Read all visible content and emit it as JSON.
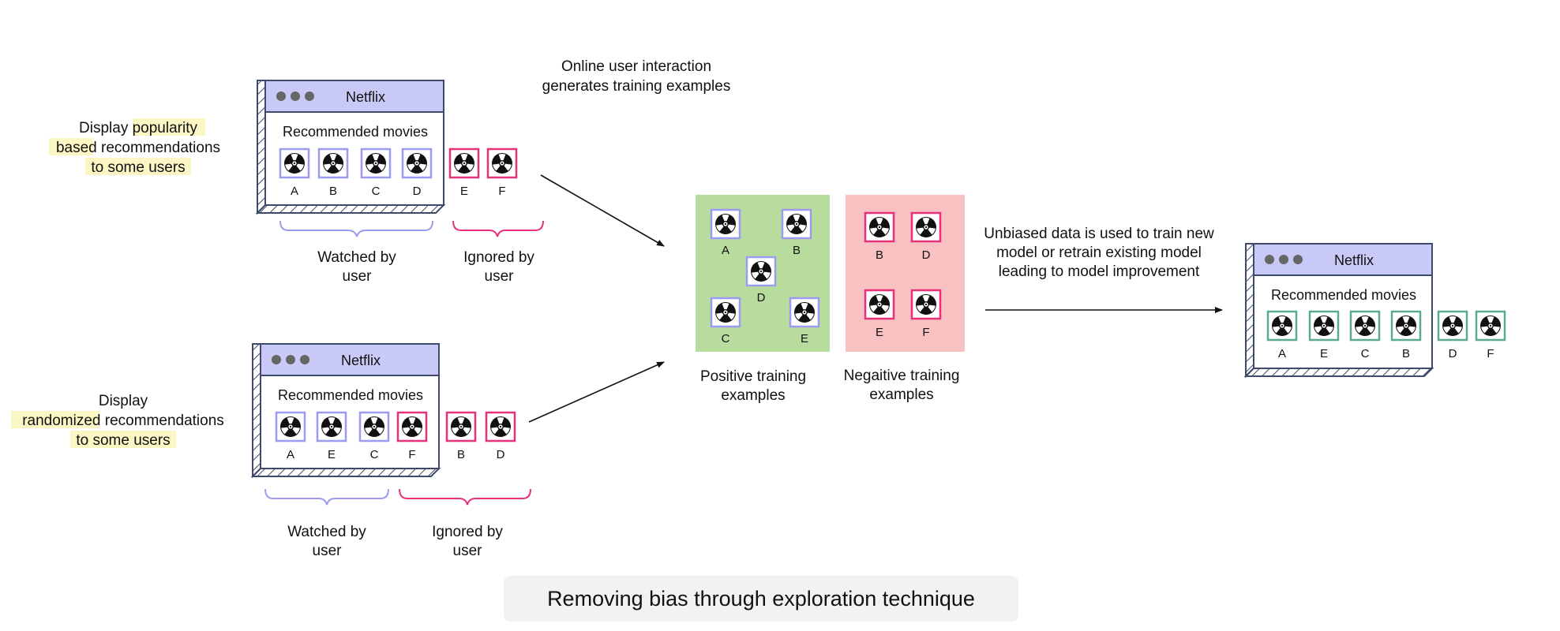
{
  "left_top": {
    "caption": [
      "Display popularity",
      "based recommendations",
      "to some users"
    ],
    "window": {
      "title": "Netflix",
      "heading": "Recommended movies",
      "movies": [
        {
          "label": "A",
          "status": "watched"
        },
        {
          "label": "B",
          "status": "watched"
        },
        {
          "label": "C",
          "status": "watched"
        },
        {
          "label": "D",
          "status": "watched"
        }
      ]
    },
    "extra_movies": [
      {
        "label": "E",
        "status": "ignored"
      },
      {
        "label": "F",
        "status": "ignored"
      }
    ],
    "watched_label": [
      "Watched by",
      "user"
    ],
    "ignored_label": [
      "Ignored by",
      "user"
    ]
  },
  "left_bottom": {
    "caption": [
      "Display",
      "randomized recommendations",
      "to some users"
    ],
    "window": {
      "title": "Netflix",
      "heading": "Recommended movies",
      "movies": [
        {
          "label": "A",
          "status": "watched"
        },
        {
          "label": "E",
          "status": "watched"
        },
        {
          "label": "C",
          "status": "watched"
        },
        {
          "label": "F",
          "status": "ignored"
        }
      ]
    },
    "extra_movies": [
      {
        "label": "B",
        "status": "ignored"
      },
      {
        "label": "D",
        "status": "ignored"
      }
    ],
    "watched_label": [
      "Watched by",
      "user"
    ],
    "ignored_label": [
      "Ignored by",
      "user"
    ]
  },
  "top_note": [
    "Online user interaction",
    "generates training examples"
  ],
  "positive": {
    "label": [
      "Positive training",
      "examples"
    ],
    "movies": [
      "A",
      "B",
      "D",
      "C",
      "E"
    ]
  },
  "negative": {
    "label": [
      "Negaitive training",
      "examples"
    ],
    "movies": [
      "B",
      "D",
      "E",
      "F"
    ]
  },
  "right_note": [
    "Unbiased data is used to train new",
    "model or retrain existing model",
    "leading to model improvement"
  ],
  "right_window": {
    "title": "Netflix",
    "heading": "Recommended movies",
    "movies": [
      "A",
      "E",
      "C",
      "B"
    ],
    "extra_movies": [
      "D",
      "F"
    ]
  },
  "footer": "Removing bias through exploration technique",
  "colors": {
    "window_border": "#3d4a6b",
    "title_bar": "#c9c9f7",
    "watched": "#9b9bf0",
    "ignored": "#e8317a",
    "recommended": "#5aaa92",
    "positive_bg": "#b7dc9e",
    "negative_bg": "#f9c1c1",
    "highlight": "#fbf6c4",
    "footer_bg": "#f2f2f2"
  }
}
